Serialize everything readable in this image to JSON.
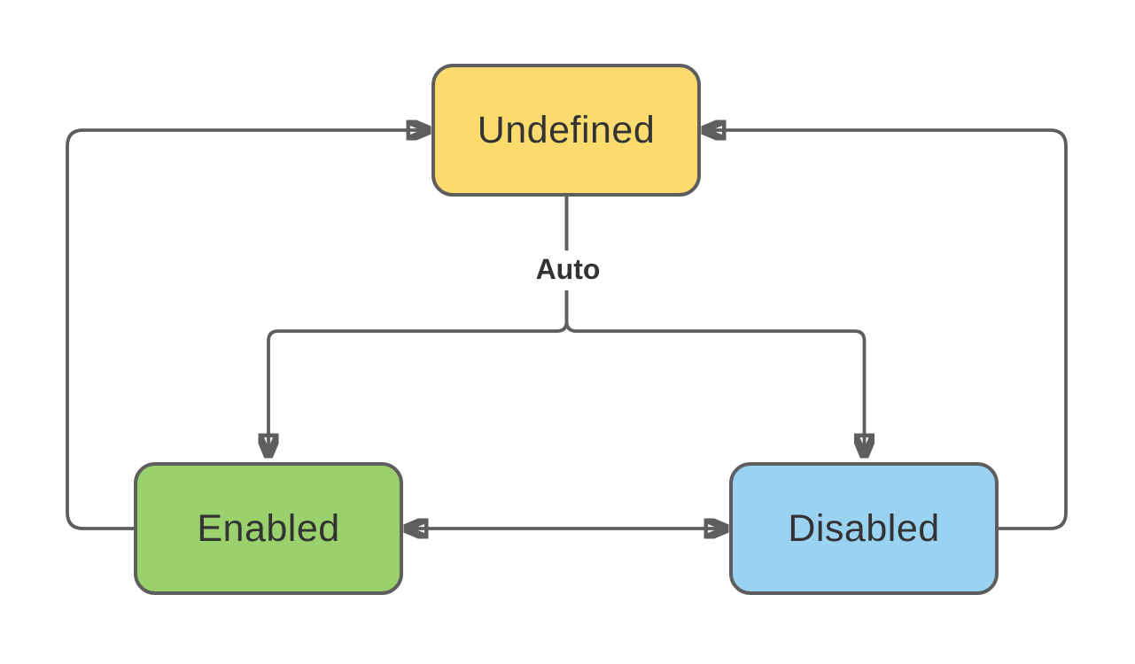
{
  "diagram": {
    "type": "state-machine",
    "background": "#ffffff",
    "line_color": "#5e5e5e",
    "text_color": "#333333",
    "nodes": [
      {
        "id": "undefined",
        "label": "Undefined",
        "fill": "#fcdb6e",
        "stroke": "#5e5e5e",
        "position": "top-center"
      },
      {
        "id": "enabled",
        "label": "Enabled",
        "fill": "#9bd16d",
        "stroke": "#5e5e5e",
        "position": "bottom-left"
      },
      {
        "id": "disabled",
        "label": "Disabled",
        "fill": "#9ad2f2",
        "stroke": "#5e5e5e",
        "position": "bottom-right"
      }
    ],
    "edges": [
      {
        "from": "Undefined",
        "to": "Enabled",
        "label": "Auto",
        "arrow": "end"
      },
      {
        "from": "Undefined",
        "to": "Disabled",
        "label": "Auto",
        "arrow": "end"
      },
      {
        "from": "Enabled",
        "to": "Disabled",
        "label": "",
        "arrow": "both"
      },
      {
        "from": "Enabled",
        "to": "Undefined",
        "label": "",
        "arrow": "end"
      },
      {
        "from": "Disabled",
        "to": "Undefined",
        "label": "",
        "arrow": "end"
      }
    ],
    "labels": {
      "auto": "Auto"
    }
  }
}
